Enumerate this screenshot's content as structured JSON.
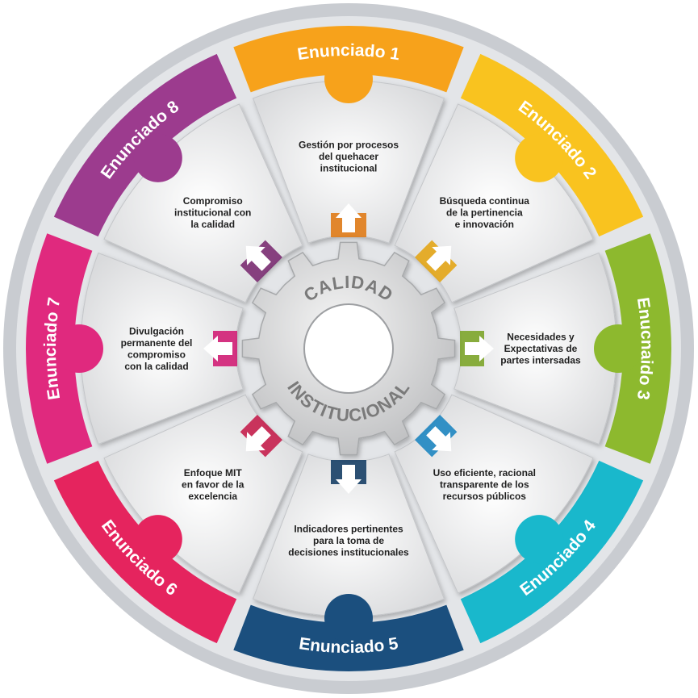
{
  "center": {
    "title_top": "CALIDAD",
    "title_bottom": "INSTITUCIONAL"
  },
  "segments": [
    {
      "label": "Enunciado 1",
      "color": "#F7A21B",
      "text": [
        "Gestión por procesos",
        "del quehacer",
        "institucional"
      ]
    },
    {
      "label": "Enunciado 2",
      "color": "#F9C31F",
      "text": [
        "Búsqueda continua",
        "de la pertinencia",
        "e innovación"
      ]
    },
    {
      "label": "Enucnaido 3",
      "color": "#8DB92E",
      "text": [
        "Necesidades y",
        "Expectativas de",
        "partes intersadas"
      ]
    },
    {
      "label": "Enunciado 4",
      "color": "#19B8CC",
      "text": [
        "Uso eficiente, racional",
        "transparente de los",
        "recursos públicos"
      ]
    },
    {
      "label": "Enunciado 5",
      "color": "#1B4F7E",
      "text": [
        "Indicadores pertinentes",
        "para la toma de",
        "decisiones institucionales"
      ]
    },
    {
      "label": "Enunciado 6",
      "color": "#E5245E",
      "text": [
        "Enfoque MIT",
        "en favor de la",
        "excelencia"
      ]
    },
    {
      "label": "Enunciado 7",
      "color": "#E0297E",
      "text": [
        "Divulgación",
        "permanente del",
        "compromiso",
        "con la calidad"
      ]
    },
    {
      "label": "Enunciado 8",
      "color": "#9C3B8E",
      "text": [
        "Compromiso",
        "institucional con",
        "la calidad"
      ]
    }
  ],
  "arrow_colors": [
    "#E07B17",
    "#E3A516",
    "#7DA52A",
    "#1E86C1",
    "#173F66",
    "#C51F4C",
    "#D21F75",
    "#7B2D72"
  ]
}
